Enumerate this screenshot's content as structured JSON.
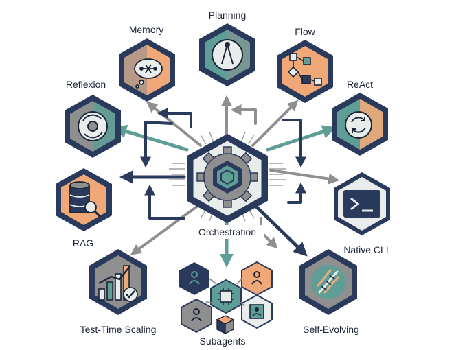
{
  "center": {
    "label": "Orchestration"
  },
  "nodes": [
    {
      "key": "planning",
      "label": "Planning"
    },
    {
      "key": "memory",
      "label": "Memory"
    },
    {
      "key": "flow",
      "label": "Flow"
    },
    {
      "key": "reflexion",
      "label": "Reflexion"
    },
    {
      "key": "react",
      "label": "ReAct"
    },
    {
      "key": "rag",
      "label": "RAG"
    },
    {
      "key": "native_cli",
      "label": "Native CLI"
    },
    {
      "key": "test_time_scaling",
      "label": "Test-Time Scaling"
    },
    {
      "key": "subagents",
      "label": "Subagents"
    },
    {
      "key": "self_evolving",
      "label": "Self-Evolving"
    }
  ],
  "colors": {
    "navy": "#2a3a5c",
    "teal": "#5e9e96",
    "orange": "#f0a878",
    "gray": "#8f8f8f",
    "light": "#e8eceb"
  }
}
